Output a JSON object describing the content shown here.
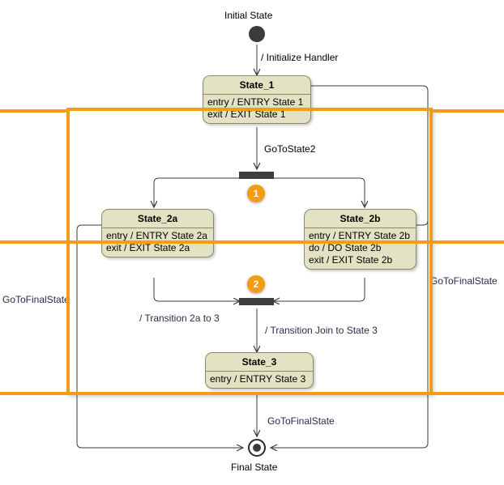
{
  "diagram": {
    "type": "uml-state-machine",
    "title": "UML State Machine Diagram",
    "background_color": "#ffffff",
    "accent_color": "#f59b14",
    "state_fill_color": "#e3e3c3",
    "state_border_color": "#8a8a6a",
    "bar_color": "#3d3d3d"
  },
  "pseudostates": {
    "initial": {
      "label": "Initial State",
      "shape": "filled-circle"
    },
    "final": {
      "label": "Final State",
      "shape": "bullseye-circle"
    },
    "fork": {
      "badge": "1",
      "shape": "bar"
    },
    "join": {
      "badge": "2",
      "shape": "bar"
    }
  },
  "states": [
    {
      "id": "state_1",
      "name": "State_1",
      "lines": [
        "entry / ENTRY State 1",
        "exit / EXIT State 1"
      ]
    },
    {
      "id": "state_2a",
      "name": "State_2a",
      "lines": [
        "entry / ENTRY State 2a",
        "exit / EXIT State 2a"
      ]
    },
    {
      "id": "state_2b",
      "name": "State_2b",
      "lines": [
        "entry / ENTRY State 2b",
        "do / DO State 2b",
        "exit / EXIT State 2b"
      ]
    },
    {
      "id": "state_3",
      "name": "State_3",
      "lines": [
        "entry / ENTRY State 3"
      ]
    }
  ],
  "transitions": [
    {
      "id": "t_init",
      "label": "/ Initialize Handler",
      "from": "initial",
      "to": "state_1"
    },
    {
      "id": "t_goto_state2",
      "label": "GoToState2",
      "from": "state_1",
      "to": "fork"
    },
    {
      "id": "t_2a_to_3",
      "label": "/ Transition 2a to 3",
      "from": "state_2a",
      "to": "join"
    },
    {
      "id": "t_join_to_3",
      "label": "/ Transition Join to State 3",
      "from": "join",
      "to": "state_3"
    },
    {
      "id": "t_3_to_final",
      "label": "GoToFinalState",
      "from": "state_3",
      "to": "final"
    },
    {
      "id": "t_left_to_final",
      "label": "GoToFinalState",
      "from": "state_2a",
      "to": "final"
    },
    {
      "id": "t_right_to_final",
      "label": "GoToFinalState",
      "from": "state_2b",
      "to": "final"
    }
  ]
}
